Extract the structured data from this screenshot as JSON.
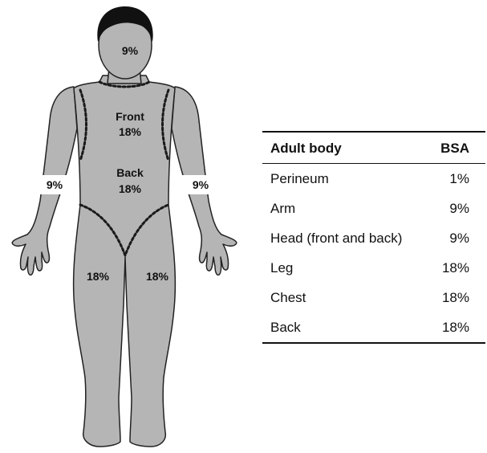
{
  "figure": {
    "head_pct": "9%",
    "front_label": "Front",
    "front_pct": "18%",
    "back_label": "Back",
    "back_pct": "18%",
    "left_arm_pct": "9%",
    "right_arm_pct": "9%",
    "left_leg_pct": "18%",
    "right_leg_pct": "18%",
    "colors": {
      "body_fill": "#b5b5b5",
      "hair": "#111111",
      "outline": "#222222"
    }
  },
  "table": {
    "headers": [
      "Adult body",
      "BSA"
    ],
    "rows": [
      {
        "region": "Perineum",
        "bsa": "1%"
      },
      {
        "region": "Arm",
        "bsa": "9%"
      },
      {
        "region": "Head (front and back)",
        "bsa": "9%"
      },
      {
        "region": "Leg",
        "bsa": "18%"
      },
      {
        "region": "Chest",
        "bsa": "18%"
      },
      {
        "region": "Back",
        "bsa": "18%"
      }
    ]
  }
}
